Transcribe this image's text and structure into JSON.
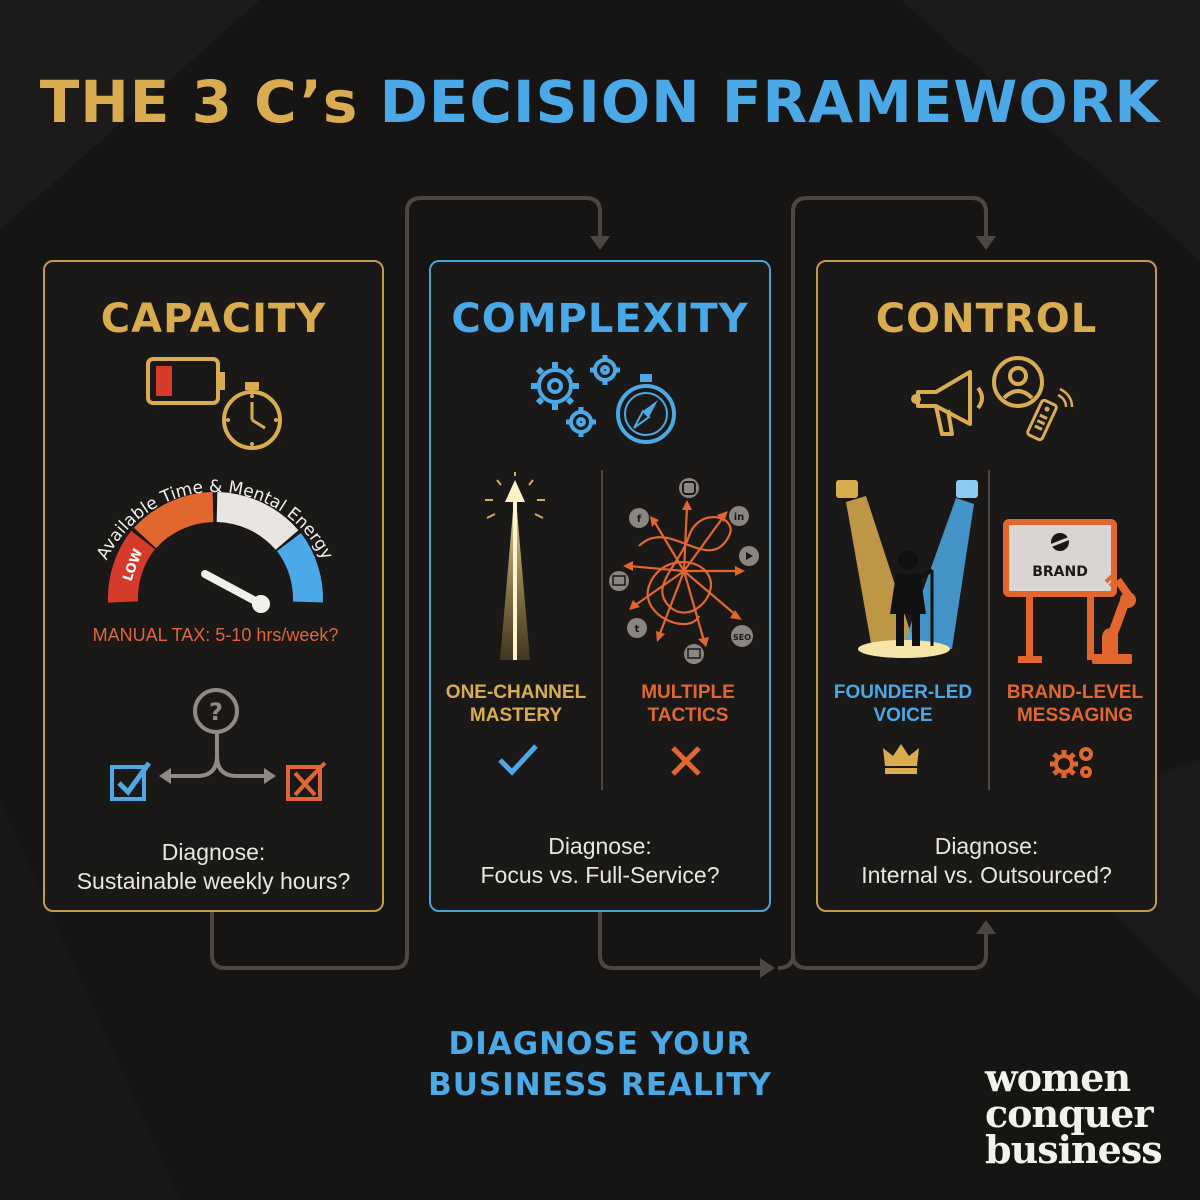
{
  "title": {
    "part1": "THE 3 C’s",
    "part2": "DECISION FRAMEWORK"
  },
  "cards": [
    {
      "title": "CAPACITY",
      "gauge_label": "Available Time & Mental Energy",
      "gauge_low": "LOW",
      "manual_tax": "MANUAL TAX: 5-10 hrs/week?",
      "diagnose_line1": "Diagnose:",
      "diagnose_line2": "Sustainable weekly hours?"
    },
    {
      "title": "COMPLEXITY",
      "left_label": [
        "ONE-CHANNEL",
        "MASTERY"
      ],
      "right_label": [
        "MULTIPLE",
        "TACTICS"
      ],
      "seo_label": "SEO",
      "diagnose_line1": "Diagnose:",
      "diagnose_line2": "Focus vs. Full-Service?"
    },
    {
      "title": "CONTROL",
      "left_label": [
        "FOUNDER-LED",
        "VOICE"
      ],
      "right_label": [
        "BRAND-LEVEL",
        "MESSAGING"
      ],
      "sign_label": "BRAND",
      "diagnose_line1": "Diagnose:",
      "diagnose_line2": "Internal vs. Outsourced?"
    }
  ],
  "footer": {
    "line1": "DIAGNOSE YOUR",
    "line2": "BUSINESS REALITY"
  },
  "logo": {
    "line1": "women",
    "line2": "conquer",
    "line3": "business"
  },
  "colors": {
    "gold": "#d9ad4f",
    "blue": "#4aa9e6",
    "orange": "#e2672f",
    "background": "#171513"
  },
  "icons": [
    "battery-low-icon",
    "clock-icon",
    "gauge-icon",
    "question-icon",
    "checkbox-check-icon",
    "checkbox-x-icon",
    "gears-icon",
    "compass-icon",
    "rising-arrow-icon",
    "tangled-arrows-icon",
    "check-icon",
    "x-icon",
    "megaphone-icon",
    "person-icon",
    "remote-icon",
    "spotlight-speaker-icon",
    "brand-sign-icon",
    "robot-arm-icon",
    "crown-icon",
    "small-gears-icon"
  ]
}
